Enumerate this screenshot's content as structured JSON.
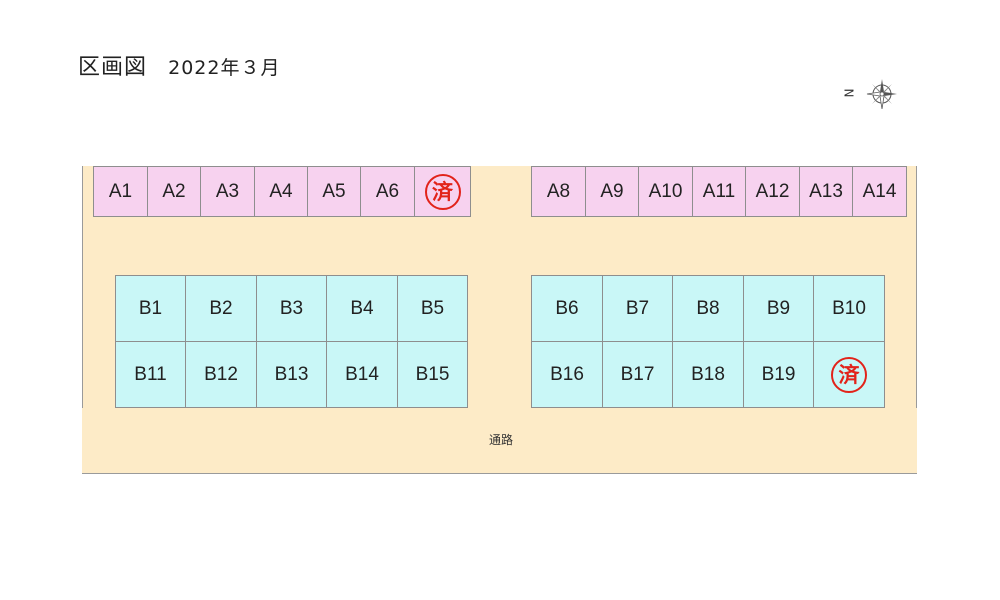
{
  "title": {
    "main": "区画図",
    "date": "2022年３月"
  },
  "compass": {
    "north_label": "N",
    "icon": "compass-rose-icon"
  },
  "road_label": "通路",
  "sold_stamp": "済",
  "colors": {
    "road_yellow": "#fdebc7",
    "a_row_pink": "#f7d2ef",
    "b_block_cyan": "#c9f7f7",
    "stamp_red": "#e2231a"
  },
  "a_row_left": [
    "A1",
    "A2",
    "A3",
    "A4",
    "A5",
    "A6",
    "済"
  ],
  "a_row_right": [
    "A8",
    "A9",
    "A10",
    "A11",
    "A12",
    "A13",
    "A14"
  ],
  "b_left_top": [
    "B1",
    "B2",
    "B3",
    "B4",
    "B5"
  ],
  "b_left_bottom": [
    "B11",
    "B12",
    "B13",
    "B14",
    "B15"
  ],
  "b_right_top": [
    "B6",
    "B7",
    "B8",
    "B9",
    "B10"
  ],
  "b_right_bottom": [
    "B16",
    "B17",
    "B18",
    "B19",
    "済"
  ]
}
